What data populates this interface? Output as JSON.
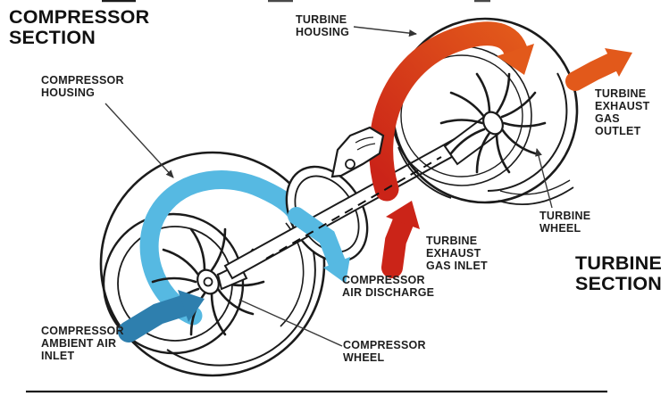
{
  "titles": {
    "compressor_section": [
      "COMPRESSOR",
      "SECTION"
    ],
    "turbine_section": [
      "TURBINE",
      "SECTION"
    ]
  },
  "labels": {
    "compressor_housing": [
      "COMPRESSOR",
      "HOUSING"
    ],
    "turbine_housing": [
      "TURBINE",
      "HOUSING"
    ],
    "turbine_exhaust_gas_outlet": [
      "TURBINE",
      "EXHAUST",
      "GAS",
      "OUTLET"
    ],
    "turbine_wheel": [
      "TURBINE",
      "WHEEL"
    ],
    "turbine_exhaust_gas_inlet": [
      "TURBINE",
      "EXHAUST",
      "GAS INLET"
    ],
    "compressor_air_discharge": [
      "COMPRESSOR",
      "AIR DISCHARGE"
    ],
    "compressor_wheel": [
      "COMPRESSOR",
      "WHEEL"
    ],
    "compressor_ambient_air_inlet": [
      "COMPRESSOR",
      "AMBIENT AIR",
      "INLET"
    ]
  },
  "colors": {
    "compressor_flow": "#56b9e2",
    "ambient_air_inlet": "#2e7fae",
    "exhaust_gas_red": "#cb2418",
    "exhaust_gas_orange": "#e2591b",
    "line_art": "#1b1b1b",
    "text": "#1e1e1e",
    "background": "#ffffff"
  },
  "arrows": {
    "compressor_ambient_air_inlet": {
      "direction": "up-right into compressor wheel",
      "color": "#2e7fae"
    },
    "compressor_air_swirl": {
      "direction": "curving over compressor wheel",
      "color": "#56b9e2"
    },
    "compressor_air_discharge": {
      "direction": "down-right through center housing",
      "color": "#56b9e2"
    },
    "turbine_exhaust_gas_inlet": {
      "direction": "upward into turbine housing",
      "color": "#cb2418"
    },
    "turbine_exhaust_swirl": {
      "direction": "curving over turbine wheel",
      "color": "#cb2418-#e2591b"
    },
    "turbine_exhaust_gas_outlet": {
      "direction": "up-right out of turbine housing",
      "color": "#e2591b"
    }
  }
}
